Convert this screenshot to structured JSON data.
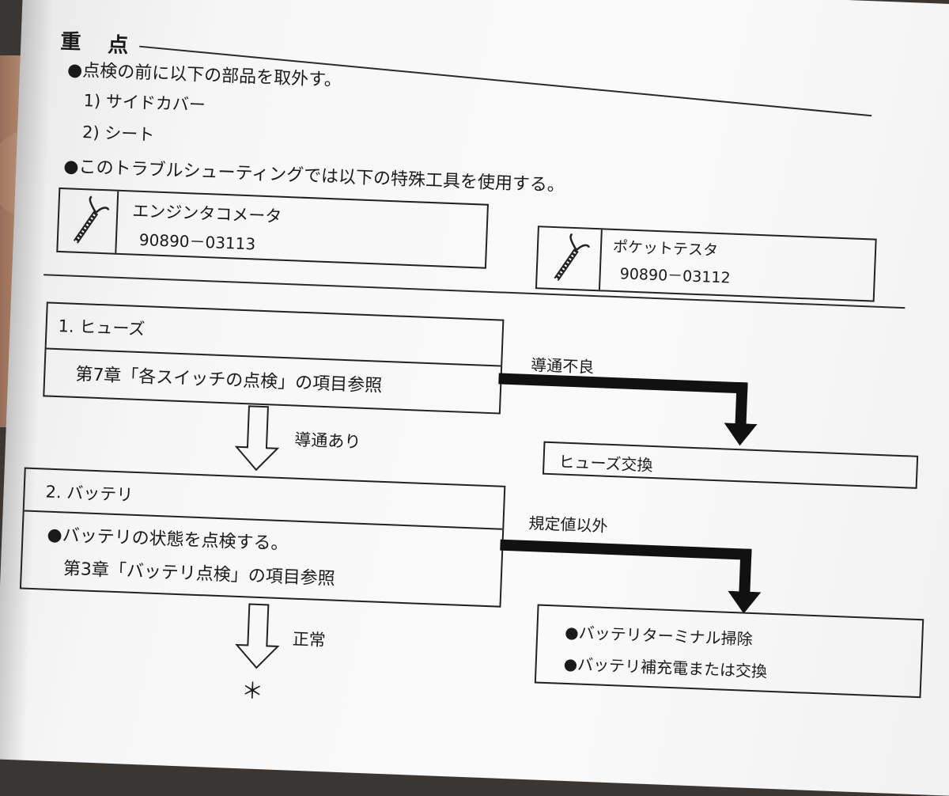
{
  "section": {
    "heading_left": "重",
    "heading": "点",
    "bullet1": "●点検の前に以下の部品を取外す。",
    "item1": "1) サイドカバー",
    "item2": "2) シート",
    "bullet2": "●このトラブルシューティングでは以下の特殊工具を使用する。"
  },
  "tools": [
    {
      "name": "エンジンタコメータ",
      "part": "90890－03113",
      "icon": "tachometer-probe-icon"
    },
    {
      "name": "ポケットテスタ",
      "part": "90890－03112",
      "icon": "tester-probe-icon"
    }
  ],
  "flow": {
    "step1_title": "1. ヒューズ",
    "step1_body": "第7章「各スイッチの点検」の項目参照",
    "step1_ng_label": "導通不良",
    "step1_ok_label": "導通あり",
    "step1_action": "ヒューズ交換",
    "step2_title": "2. バッテリ",
    "step2_body1": "●バッテリの状態を点検する。",
    "step2_body2": "第3章「バッテリ点検」の項目参照",
    "step2_ng_label": "規定値以外",
    "step2_ok_label": "正常",
    "step2_action1": "●バッテリターミナル掃除",
    "step2_action2": "●バッテリ補充電または交換",
    "continue_mark": "＊"
  }
}
